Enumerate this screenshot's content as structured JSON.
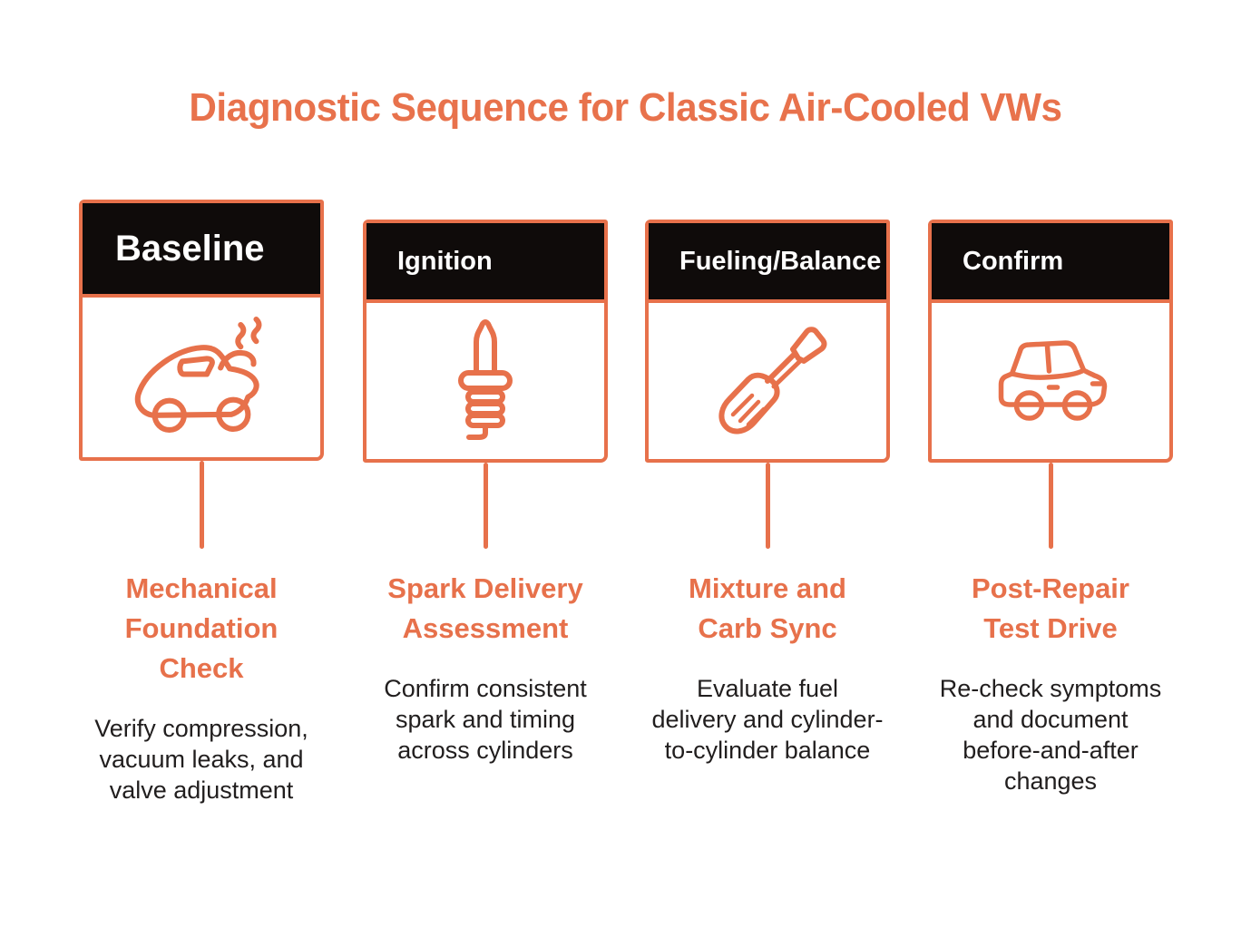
{
  "page": {
    "title": "Diagnostic Sequence for Classic Air-Cooled VWs",
    "background": "#FFFFFF"
  },
  "colors": {
    "accent": "#E7714B",
    "title_text": "#E8724C",
    "card_header_bg": "#0F0B0A",
    "card_header_text": "#FFFFFF",
    "body_text": "#211E1E"
  },
  "steps": [
    {
      "header": "Baseline",
      "icon": "car-hood-open-icon",
      "heading": "Mechanical\nFoundation\nCheck",
      "description": "Verify compression,\nvacuum leaks, and\nvalve adjustment"
    },
    {
      "header": "Ignition",
      "icon": "spark-plug-icon",
      "heading": "Spark Delivery\nAssessment",
      "description": "Confirm consistent\nspark and timing\nacross cylinders"
    },
    {
      "header": "Fueling/Balance",
      "icon": "screwdriver-icon",
      "heading": "Mixture and\nCarb Sync",
      "description": "Evaluate fuel\ndelivery and cylinder-\nto-cylinder balance"
    },
    {
      "header": "Confirm",
      "icon": "wagon-car-icon",
      "heading": "Post-Repair\nTest Drive",
      "description": "Re-check symptoms\nand document\nbefore-and-after\nchanges"
    }
  ]
}
